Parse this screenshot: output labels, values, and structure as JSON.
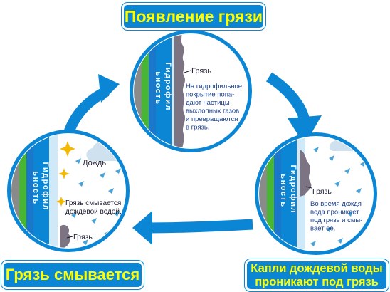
{
  "titles": {
    "top": "Появление грязи",
    "left": "Грязь смывается",
    "right_line1": "Капли дождевой воды",
    "right_line2": "проникают под грязь"
  },
  "circles": {
    "top": {
      "vertical_label": [
        "Гидрофил",
        "ьность"
      ],
      "dirt_label": "Грязь",
      "description": [
        "На гидрофильное",
        "покрытие попа-",
        "дают частицы",
        "выхлопных газов",
        "и превращаются",
        "в грязь."
      ]
    },
    "right": {
      "vertical_label": [
        "Гидрофил",
        "ьность"
      ],
      "dirt_label": "Грязь",
      "description": [
        "Во время дождя",
        "вода проникает",
        "под грязь и смы-",
        "вает ее."
      ]
    },
    "left": {
      "vertical_label": [
        "Гидрофил",
        "ьность"
      ],
      "rain_label": "Дождь",
      "washing_label": [
        "Грязь смывается",
        "дождевой водой."
      ],
      "dirt_label": "Грязь"
    }
  },
  "colors": {
    "ring_blue": "#0a86d4",
    "title_text": "#ffff00",
    "layer_grey": "#8a8a8a",
    "layer_green": "#49b535",
    "layer_blue": "#1b77c9",
    "water": "#cfe9f8",
    "dirt": "#7c7383",
    "text_dark": "#1a1a2e"
  }
}
